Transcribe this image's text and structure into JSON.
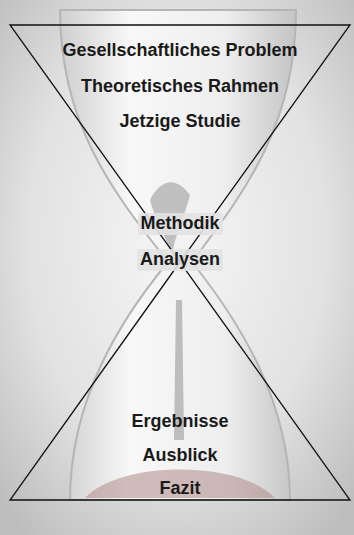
{
  "diagram": {
    "nodes": [
      {
        "text": [
          "Gesellschaftliches Problem",
          "Theoretisches Rahmen",
          "Jetzige Studie"
        ]
      },
      {
        "text": [
          "Ergebnisse",
          "Ausblick",
          "Fazit"
        ]
      }
    ],
    "labels": [
      "Methodik",
      "Analysen"
    ]
  }
}
